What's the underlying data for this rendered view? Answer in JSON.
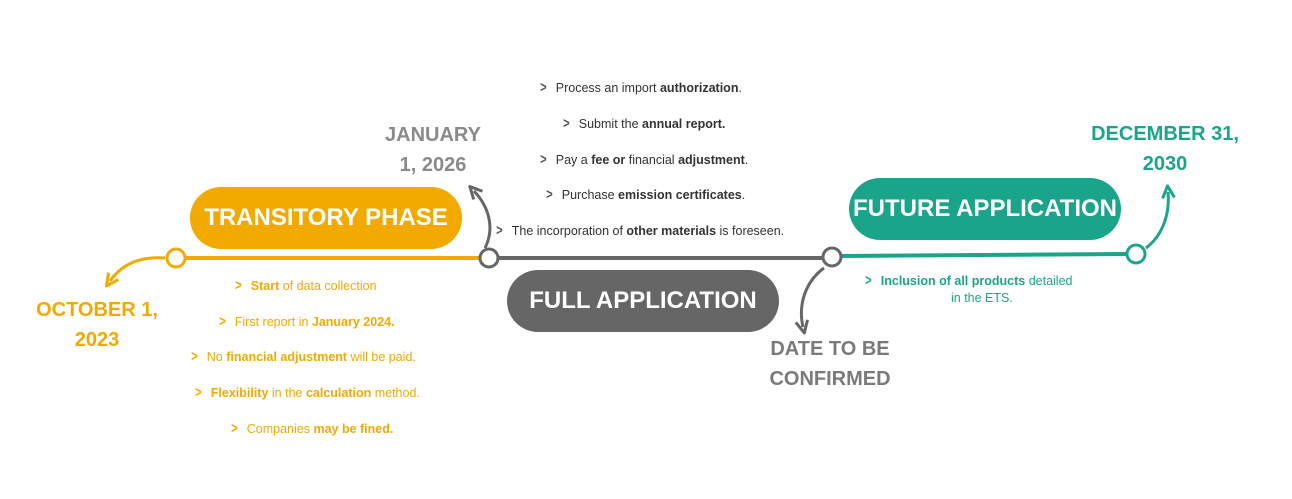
{
  "phases": {
    "transitory": "TRANSITORY PHASE",
    "full": "FULL APPLICATION",
    "future": "FUTURE APPLICATION"
  },
  "dates": {
    "start": [
      "OCTOBER 1,",
      "2023"
    ],
    "full_start": [
      "JANUARY",
      "1, 2026"
    ],
    "future_start": [
      "DECEMBER 31,",
      "2030"
    ],
    "full_end": [
      "DATE TO BE",
      "CONFIRMED"
    ]
  },
  "transitory_items": [
    [
      "Start",
      " of data collection"
    ],
    [
      "First report in ",
      "January 2024."
    ],
    [
      "No ",
      "financial adjustment",
      " will be paid."
    ],
    [
      "Flexibility",
      " in the ",
      "calculation",
      " method."
    ],
    [
      "Companies ",
      "may be fined."
    ]
  ],
  "full_items": [
    [
      "Process an import ",
      "authorization",
      "."
    ],
    [
      "Submit the ",
      "annual report."
    ],
    [
      "Pay a ",
      "fee or",
      " financial ",
      "adjustment",
      "."
    ],
    [
      "Purchase ",
      "emission certificates",
      "."
    ],
    [
      "The incorporation of ",
      "other materials",
      " is foreseen."
    ]
  ],
  "future_items": [
    [
      "Inclusion of all products",
      " detailed"
    ],
    [
      "in the ETS."
    ]
  ],
  "colors": {
    "orange": "#f2a900",
    "gray": "#666666",
    "teal": "#1aa58a"
  }
}
